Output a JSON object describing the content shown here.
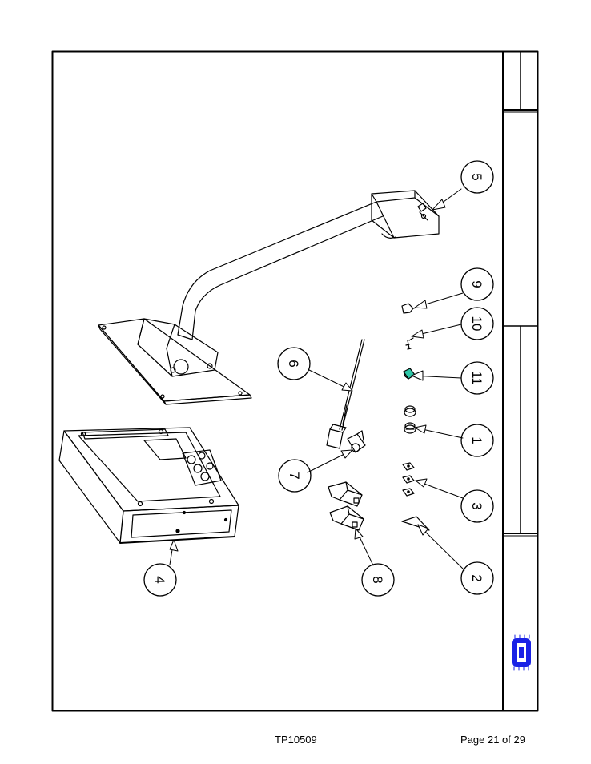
{
  "footer": {
    "doc_id": "TP10509",
    "page_label": "Page 21 of 29"
  },
  "callouts": [
    {
      "number": "1"
    },
    {
      "number": "2"
    },
    {
      "number": "3"
    },
    {
      "number": "4"
    },
    {
      "number": "5"
    },
    {
      "number": "6"
    },
    {
      "number": "7"
    },
    {
      "number": "8"
    },
    {
      "number": "9"
    },
    {
      "number": "10"
    },
    {
      "number": "11"
    }
  ],
  "colors": {
    "line": "#000000",
    "logo": "#1a22e6"
  },
  "logo": {
    "name": "company-logo-icon",
    "letter": "B"
  }
}
